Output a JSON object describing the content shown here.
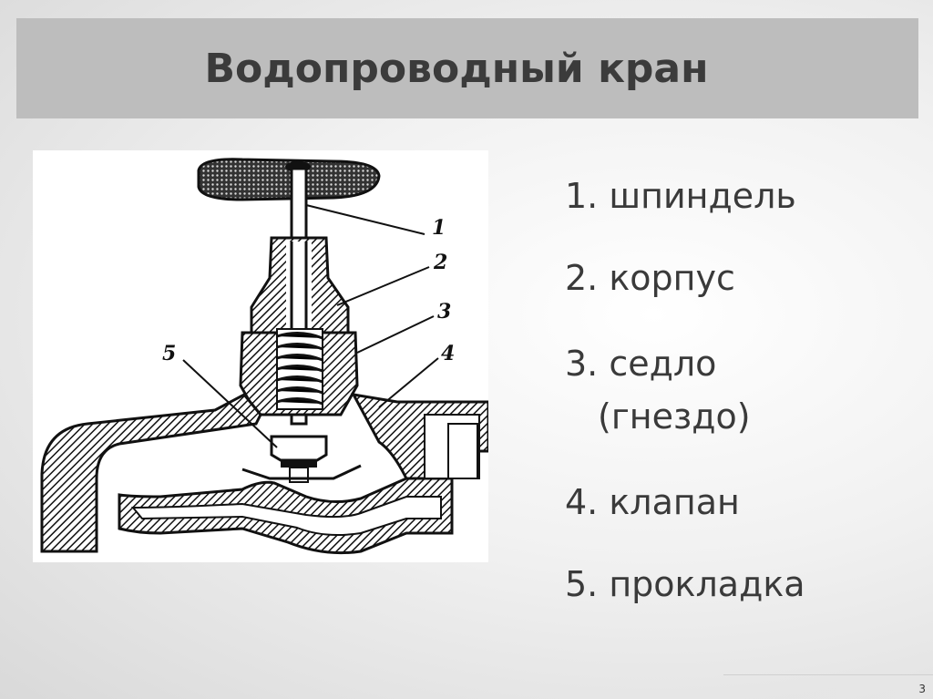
{
  "slide": {
    "title": "Водопроводный кран",
    "page_number": "3"
  },
  "diagram": {
    "callouts": [
      "1",
      "2",
      "3",
      "4",
      "5"
    ]
  },
  "legend": {
    "items": [
      {
        "line1": "1. шпиндель",
        "line2": ""
      },
      {
        "line1": "2. корпус",
        "line2": ""
      },
      {
        "line1": "3. седло",
        "line2": "(гнездо)"
      },
      {
        "line1": "4. клапан",
        "line2": ""
      },
      {
        "line1": "5. прокладка",
        "line2": ""
      }
    ]
  }
}
